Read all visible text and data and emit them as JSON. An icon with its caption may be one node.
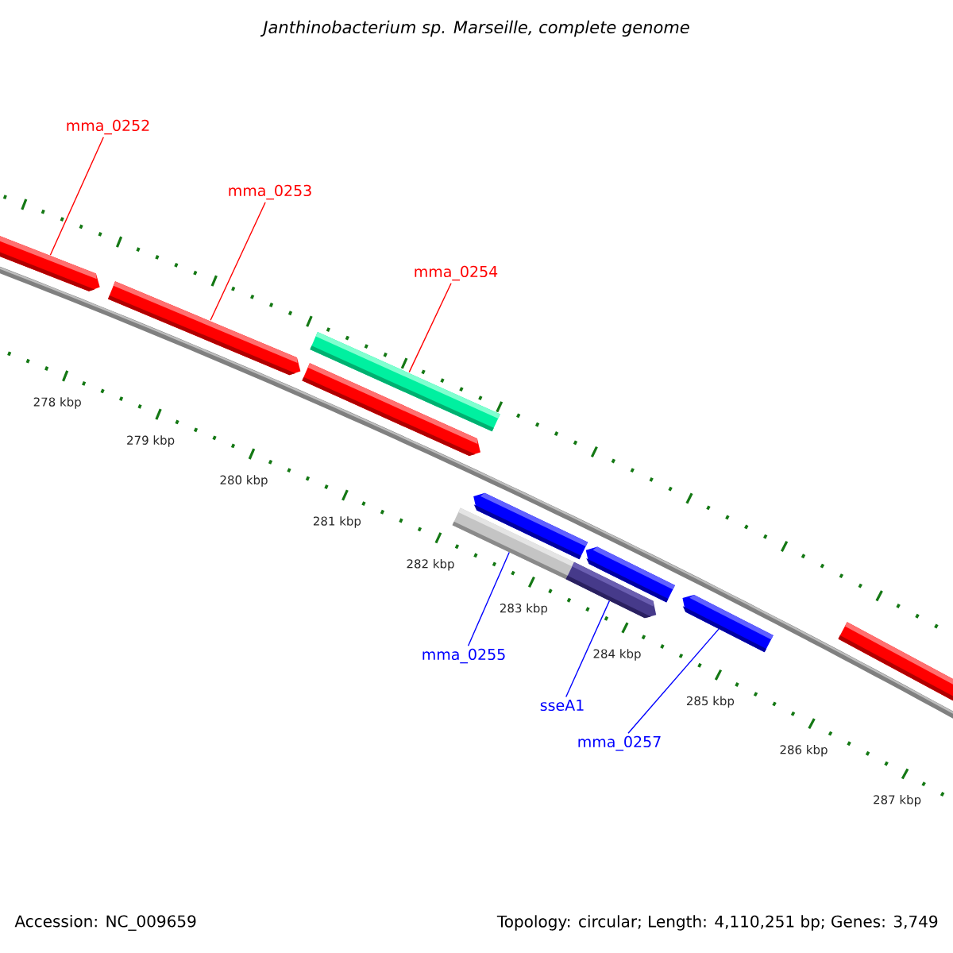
{
  "diagram": {
    "title": "Janthinobacterium sp. Marseille, complete genome",
    "nodes": [
      {
        "text": [
          "mma_0252"
        ]
      },
      {
        "text": [
          "mma_0253"
        ]
      },
      {
        "text": [
          "mma_0254"
        ]
      },
      {
        "text": [],
        "shape": "arrow"
      },
      {
        "text": [],
        "shape": "arrow"
      },
      {
        "text": [],
        "shape": "bar"
      },
      {
        "text": [],
        "shape": "arrow"
      },
      {
        "text": [],
        "shape": "arrow"
      },
      {
        "text": [],
        "shape": "bar"
      },
      {
        "text": [],
        "shape": "arrow"
      },
      {
        "text": [],
        "shape": "arrow"
      },
      {
        "text": [],
        "shape": "arrow"
      },
      {
        "text": [],
        "shape": "arrow"
      },
      {
        "text": [
          "mma_0255"
        ]
      },
      {
        "text": [
          "sseA1"
        ]
      },
      {
        "text": [
          "mma_0257"
        ]
      }
    ],
    "edges": [
      {
        "from": 0,
        "to": 3,
        "arrow": "none",
        "color": "#ff0000"
      },
      {
        "from": 1,
        "to": 4,
        "arrow": "none",
        "color": "#ff0000"
      },
      {
        "from": 2,
        "to": 5,
        "arrow": "none",
        "color": "#ff0000"
      },
      {
        "from": 13,
        "to": 8,
        "arrow": "none",
        "color": "#0000ff"
      },
      {
        "from": 14,
        "to": 10,
        "arrow": "none",
        "color": "#0000ff"
      },
      {
        "from": 15,
        "to": 11,
        "arrow": "none",
        "color": "#0000ff"
      }
    ],
    "labels": [
      "278 kbp",
      "279 kbp",
      "280 kbp",
      "281 kbp",
      "282 kbp",
      "283 kbp",
      "284 kbp",
      "285 kbp",
      "286 kbp",
      "287 kbp",
      "Accession: NC_009659",
      "Topology: circular; Length: 4,110,251 bp; Genes: 3,749"
    ]
  }
}
